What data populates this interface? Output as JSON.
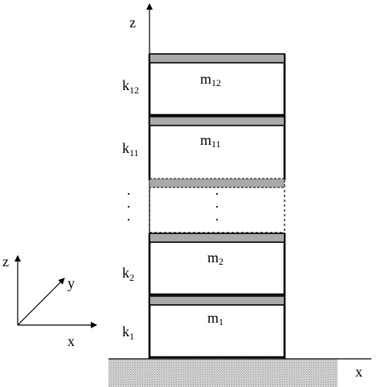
{
  "axes": {
    "main_vertical": "z",
    "main_horizontal": "x",
    "inset_z": "z",
    "inset_y": "y",
    "inset_x": "x"
  },
  "stories": [
    {
      "mass": "m",
      "mass_sub": "12",
      "spring": "k",
      "spring_sub": "12"
    },
    {
      "mass": "m",
      "mass_sub": "11",
      "spring": "k",
      "spring_sub": "11"
    },
    {
      "mass": "m",
      "mass_sub": "2",
      "spring": "k",
      "spring_sub": "2"
    },
    {
      "mass": "m",
      "mass_sub": "1",
      "spring": "k",
      "spring_sub": "1"
    }
  ],
  "ellipsis": "·",
  "colors": {
    "slab": "#a9a9a9",
    "line": "#000000",
    "ground": "#c8c8c8"
  }
}
